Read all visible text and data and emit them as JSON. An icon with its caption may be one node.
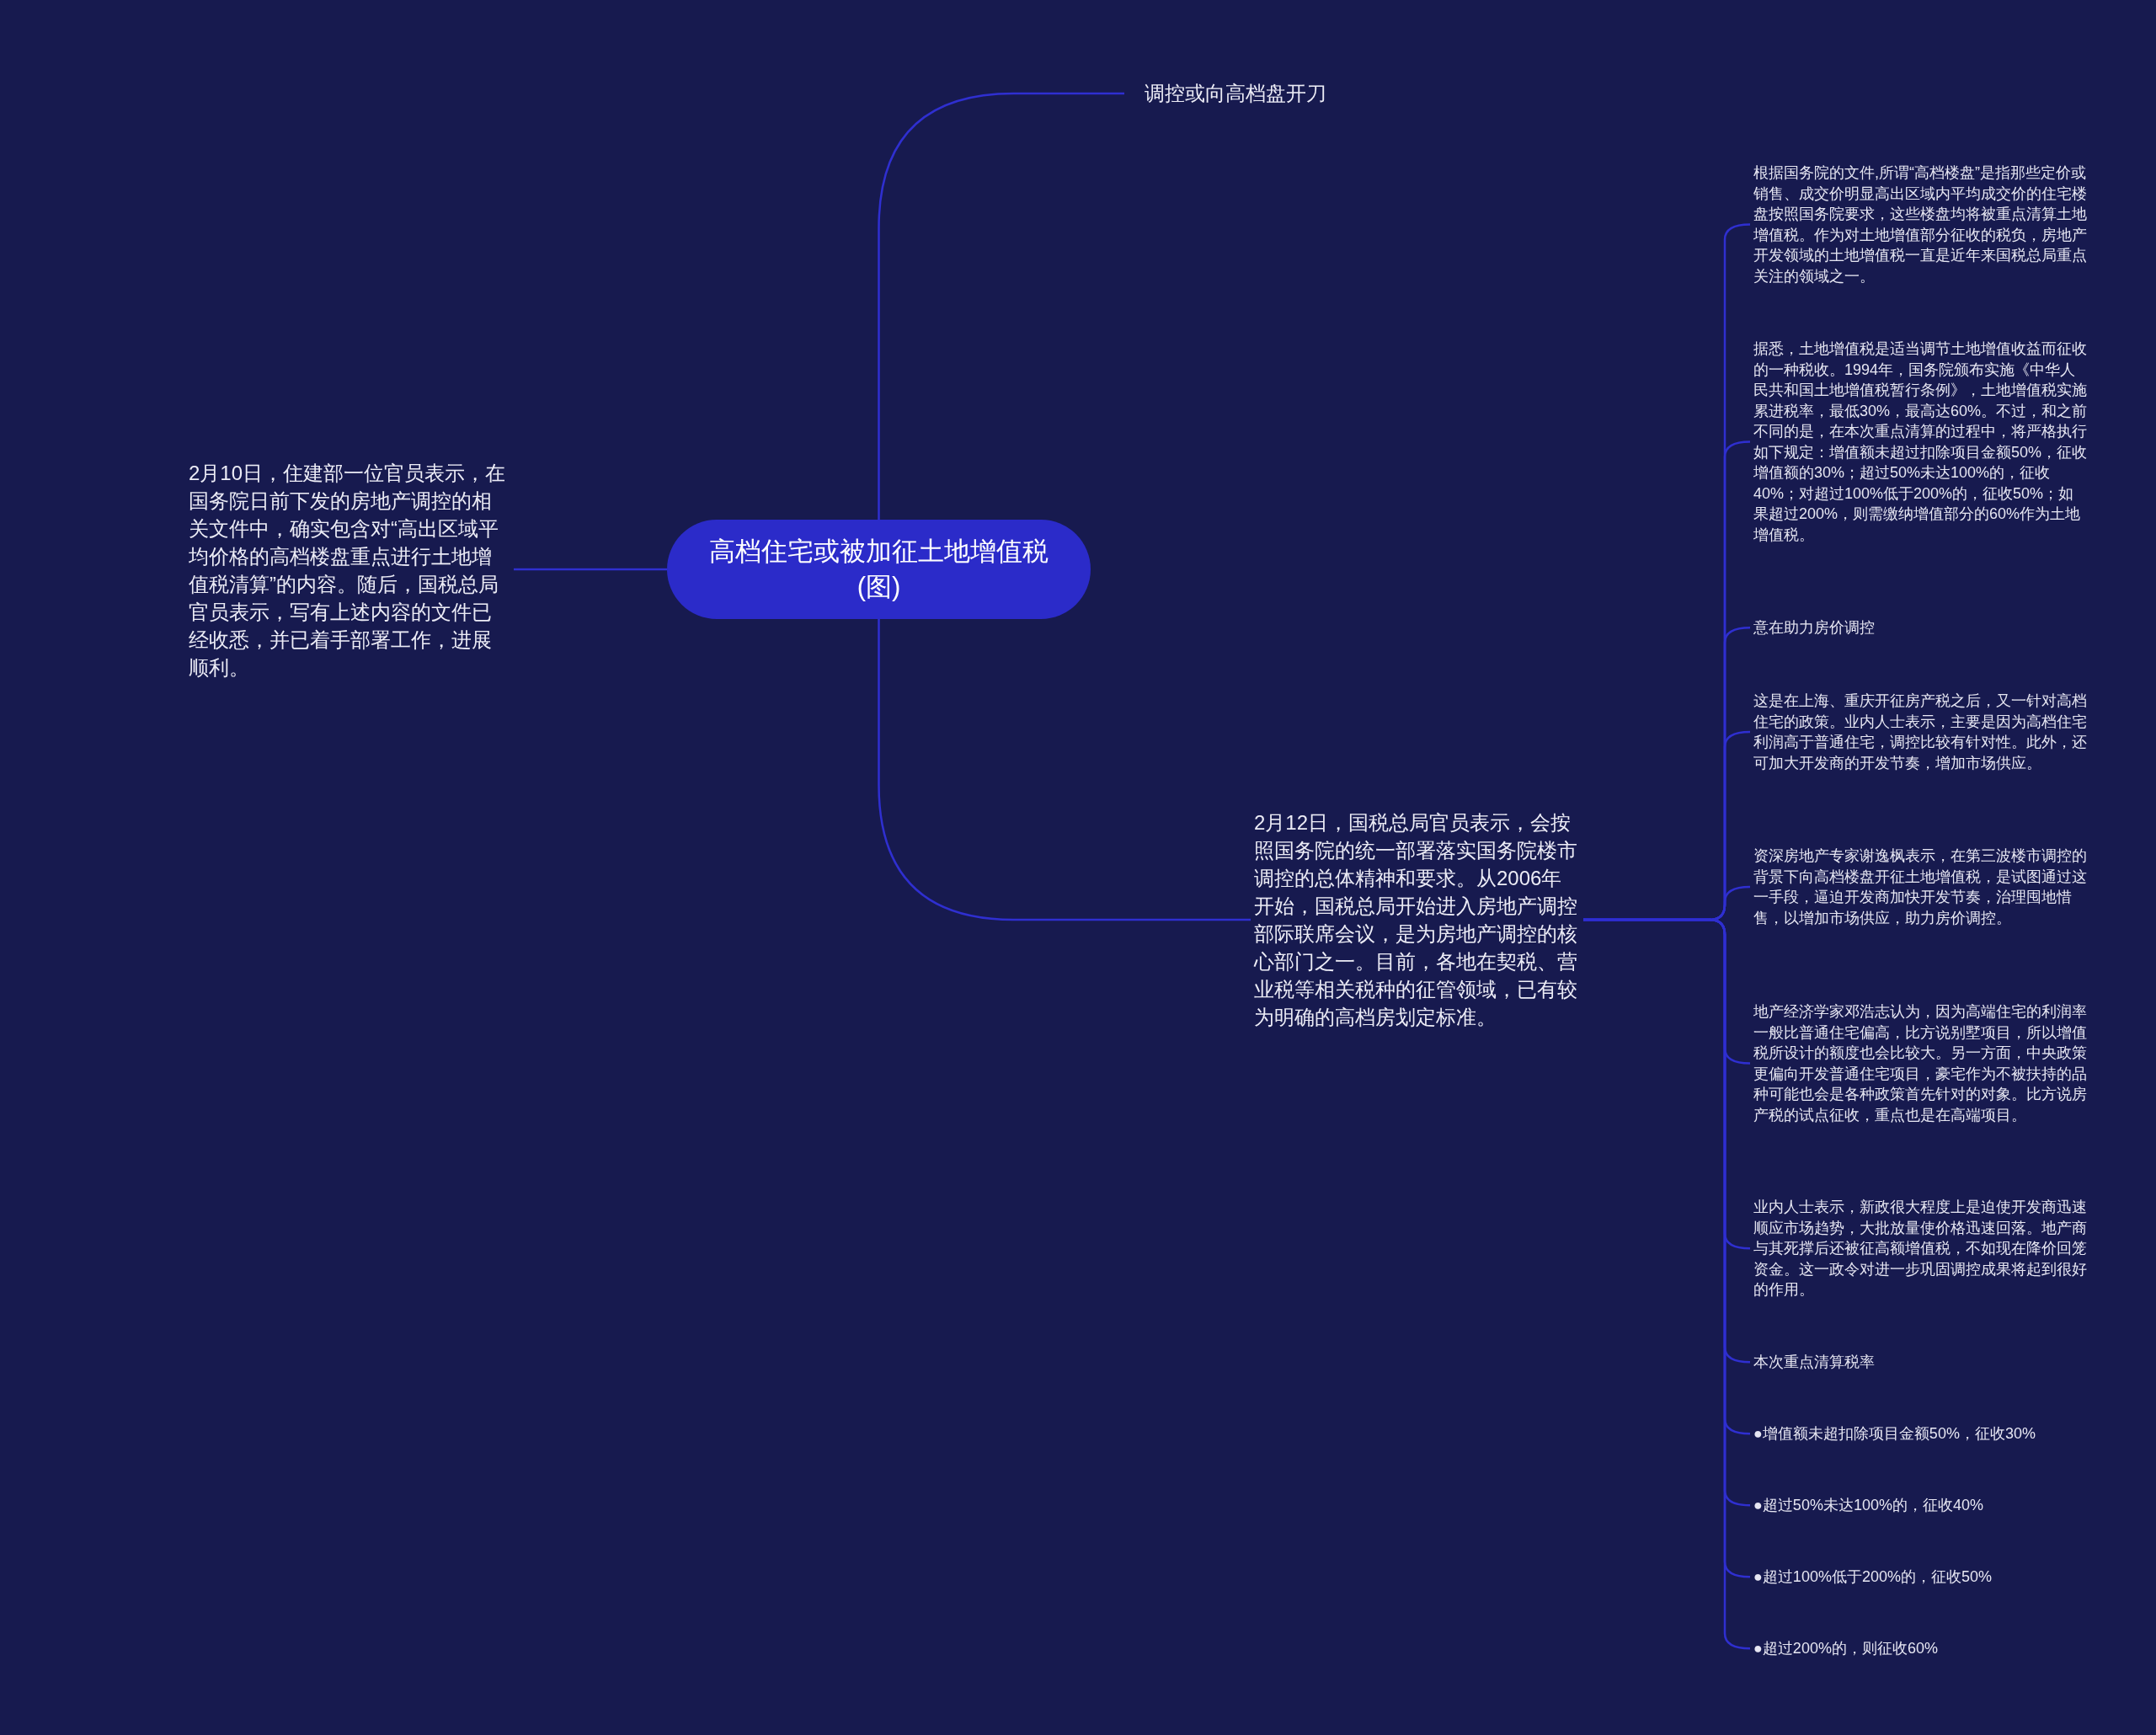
{
  "diagram": {
    "nodes": [
      {
        "text": [
          "高档住宅或被加征土地增值税(图)"
        ]
      },
      {
        "text": [
          "调控或向高档盘开刀"
        ]
      },
      {
        "text": [
          "2月10日，住建部一位官员表示，在国务院日前下发的房地产调控的相关文件中，确实包含对“高出区域平均价格的高档楼盘重点进行土地增值税清算”的内容。随后，国税总局官员表示，写有上述内容的文件已经收悉，并已着手部署工作，进展顺利。"
        ]
      },
      {
        "text": [
          "2月12日，国税总局官员表示，会按照国务院的统一部署落实国务院楼市调控的总体精神和要求。从2006年开始，国税总局开始进入房地产调控部际联席会议，是为房地产调控的核心部门之一。目前，各地在契税、营业税等相关税种的征管领域，已有较为明确的高档房划定标准。"
        ]
      },
      {
        "text": [
          "根据国务院的文件,所谓“高档楼盘”是指那些定价或销售、成交价明显高出区域内平均成交价的住宅楼盘按照国务院要求，这些楼盘均将被重点清算土地增值税。作为对土地增值部分征收的税负，房地产开发领域的土地增值税一直是近年来国税总局重点关注的领域之一。"
        ]
      },
      {
        "text": [
          "据悉，土地增值税是适当调节土地增值收益而征收的一种税收。1994年，国务院颁布实施《中华人民共和国土地增值税暂行条例》，土地增值税实施累进税率，最低30%，最高达60%。不过，和之前不同的是，在本次重点清算的过程中，将严格执行如下规定：增值额未超过扣除项目金额50%，征收增值额的30%；超过50%未达100%的，征收40%；对超过100%低于200%的，征收50%；如果超过200%，则需缴纳增值部分的60%作为土地增值税。"
        ]
      },
      {
        "text": [
          "意在助力房价调控"
        ]
      },
      {
        "text": [
          "这是在上海、重庆开征房产税之后，又一针对高档住宅的政策。业内人士表示，主要是因为高档住宅利润高于普通住宅，调控比较有针对性。此外，还可加大开发商的开发节奏，增加市场供应。"
        ]
      },
      {
        "text": [
          "资深房地产专家谢逸枫表示，在第三波楼市调控的背景下向高档楼盘开征土地增值税，是试图通过这一手段，逼迫开发商加快开发节奏，治理囤地惜售，以增加市场供应，助力房价调控。"
        ]
      },
      {
        "text": [
          "地产经济学家邓浩志认为，因为高端住宅的利润率一般比普通住宅偏高，比方说别墅项目，所以增值税所设计的额度也会比较大。另一方面，中央政策更偏向开发普通住宅项目，豪宅作为不被扶持的品种可能也会是各种政策首先针对的对象。比方说房产税的试点征收，重点也是在高端项目。"
        ]
      },
      {
        "text": [
          "业内人士表示，新政很大程度上是迫使开发商迅速顺应市场趋势，大批放量使价格迅速回落。地产商与其死撑后还被征高额增值税，不如现在降价回笼资金。这一政令对进一步巩固调控成果将起到很好的作用。"
        ]
      },
      {
        "text": [
          "本次重点清算税率"
        ]
      },
      {
        "text": [
          "●增值额未超扣除项目金额50%，征收30%"
        ]
      },
      {
        "text": [
          "●超过50%未达100%的，征收40%"
        ]
      },
      {
        "text": [
          "●超过100%低于200%的，征收50%"
        ]
      },
      {
        "text": [
          "●超过200%的，则征收60%"
        ]
      }
    ],
    "edges": [
      {
        "from": 0,
        "to": 1,
        "arrow": "none"
      },
      {
        "from": 0,
        "to": 2,
        "arrow": "none"
      },
      {
        "from": 0,
        "to": 3,
        "arrow": "none"
      },
      {
        "from": 3,
        "to": 4,
        "arrow": "none"
      },
      {
        "from": 3,
        "to": 5,
        "arrow": "none"
      },
      {
        "from": 3,
        "to": 6,
        "arrow": "none"
      },
      {
        "from": 3,
        "to": 7,
        "arrow": "none"
      },
      {
        "from": 3,
        "to": 8,
        "arrow": "none"
      },
      {
        "from": 3,
        "to": 9,
        "arrow": "none"
      },
      {
        "from": 3,
        "to": 10,
        "arrow": "none"
      },
      {
        "from": 3,
        "to": 11,
        "arrow": "none"
      },
      {
        "from": 3,
        "to": 12,
        "arrow": "none"
      },
      {
        "from": 3,
        "to": 13,
        "arrow": "none"
      },
      {
        "from": 3,
        "to": 14,
        "arrow": "none"
      },
      {
        "from": 3,
        "to": 15,
        "arrow": "none"
      }
    ]
  }
}
